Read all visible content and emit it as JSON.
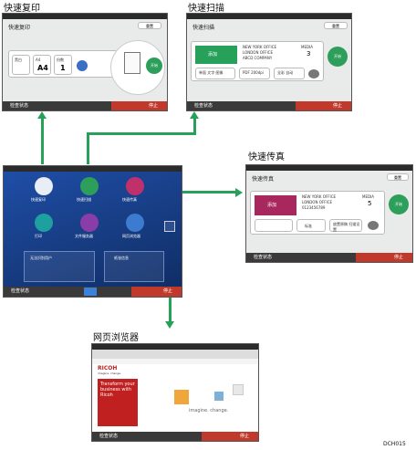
{
  "labels": {
    "copy": "快速复印",
    "scan": "快速扫描",
    "fax": "快速传真",
    "browser": "网页浏览器",
    "code": "DCH015"
  },
  "colors": {
    "accent": "#27a05a",
    "status_bar": "#3a3a3a",
    "stop": "#c0392b"
  },
  "copy_screen": {
    "title": "快速复印",
    "reset": "重置",
    "tiles": [
      "黑白",
      "A4",
      "份数"
    ],
    "tile_values": [
      "",
      "A4",
      "1"
    ],
    "start": "开始",
    "status": "检查状态",
    "stop": "停止"
  },
  "scan_screen": {
    "title": "快速扫描",
    "reset": "重置",
    "dest_btn": "添加",
    "dests": [
      "NEW YORK OFFICE",
      "LONDON OFFICE",
      "ABCD COMPANY"
    ],
    "count_label": "MEDIA",
    "count": "3",
    "opts": [
      "单面\n文字·图像",
      "PDF\n200dpi",
      "全彩\n自动"
    ],
    "start": "开始",
    "status": "检查状态",
    "stop": "停止"
  },
  "fax_screen": {
    "title": "快速传真",
    "reset": "重置",
    "dest_btn": "添加",
    "dests": [
      "NEW YORK OFFICE",
      "LONDON OFFICE",
      "0123456789"
    ],
    "count_label": "MEDIA",
    "count": "5",
    "opts": [
      "",
      "标准",
      "放置原稿\n扫描设置"
    ],
    "start": "开始",
    "status": "检查状态",
    "stop": "停止"
  },
  "home": {
    "apps": [
      "快速复印",
      "快速扫描",
      "快速传真",
      "打印",
      "文件服务器",
      "网页浏览器"
    ],
    "widget_left": "无法识别用户",
    "widget_right": "纸张信息",
    "status": "检查状态",
    "stop": "停止"
  },
  "browser_screen": {
    "brand": "RICOH",
    "tagline": "imagine. change.",
    "headline": "Transform your business with Ricoh",
    "watermark": "imagine. change.",
    "status": "检查状态",
    "stop": "停止"
  }
}
